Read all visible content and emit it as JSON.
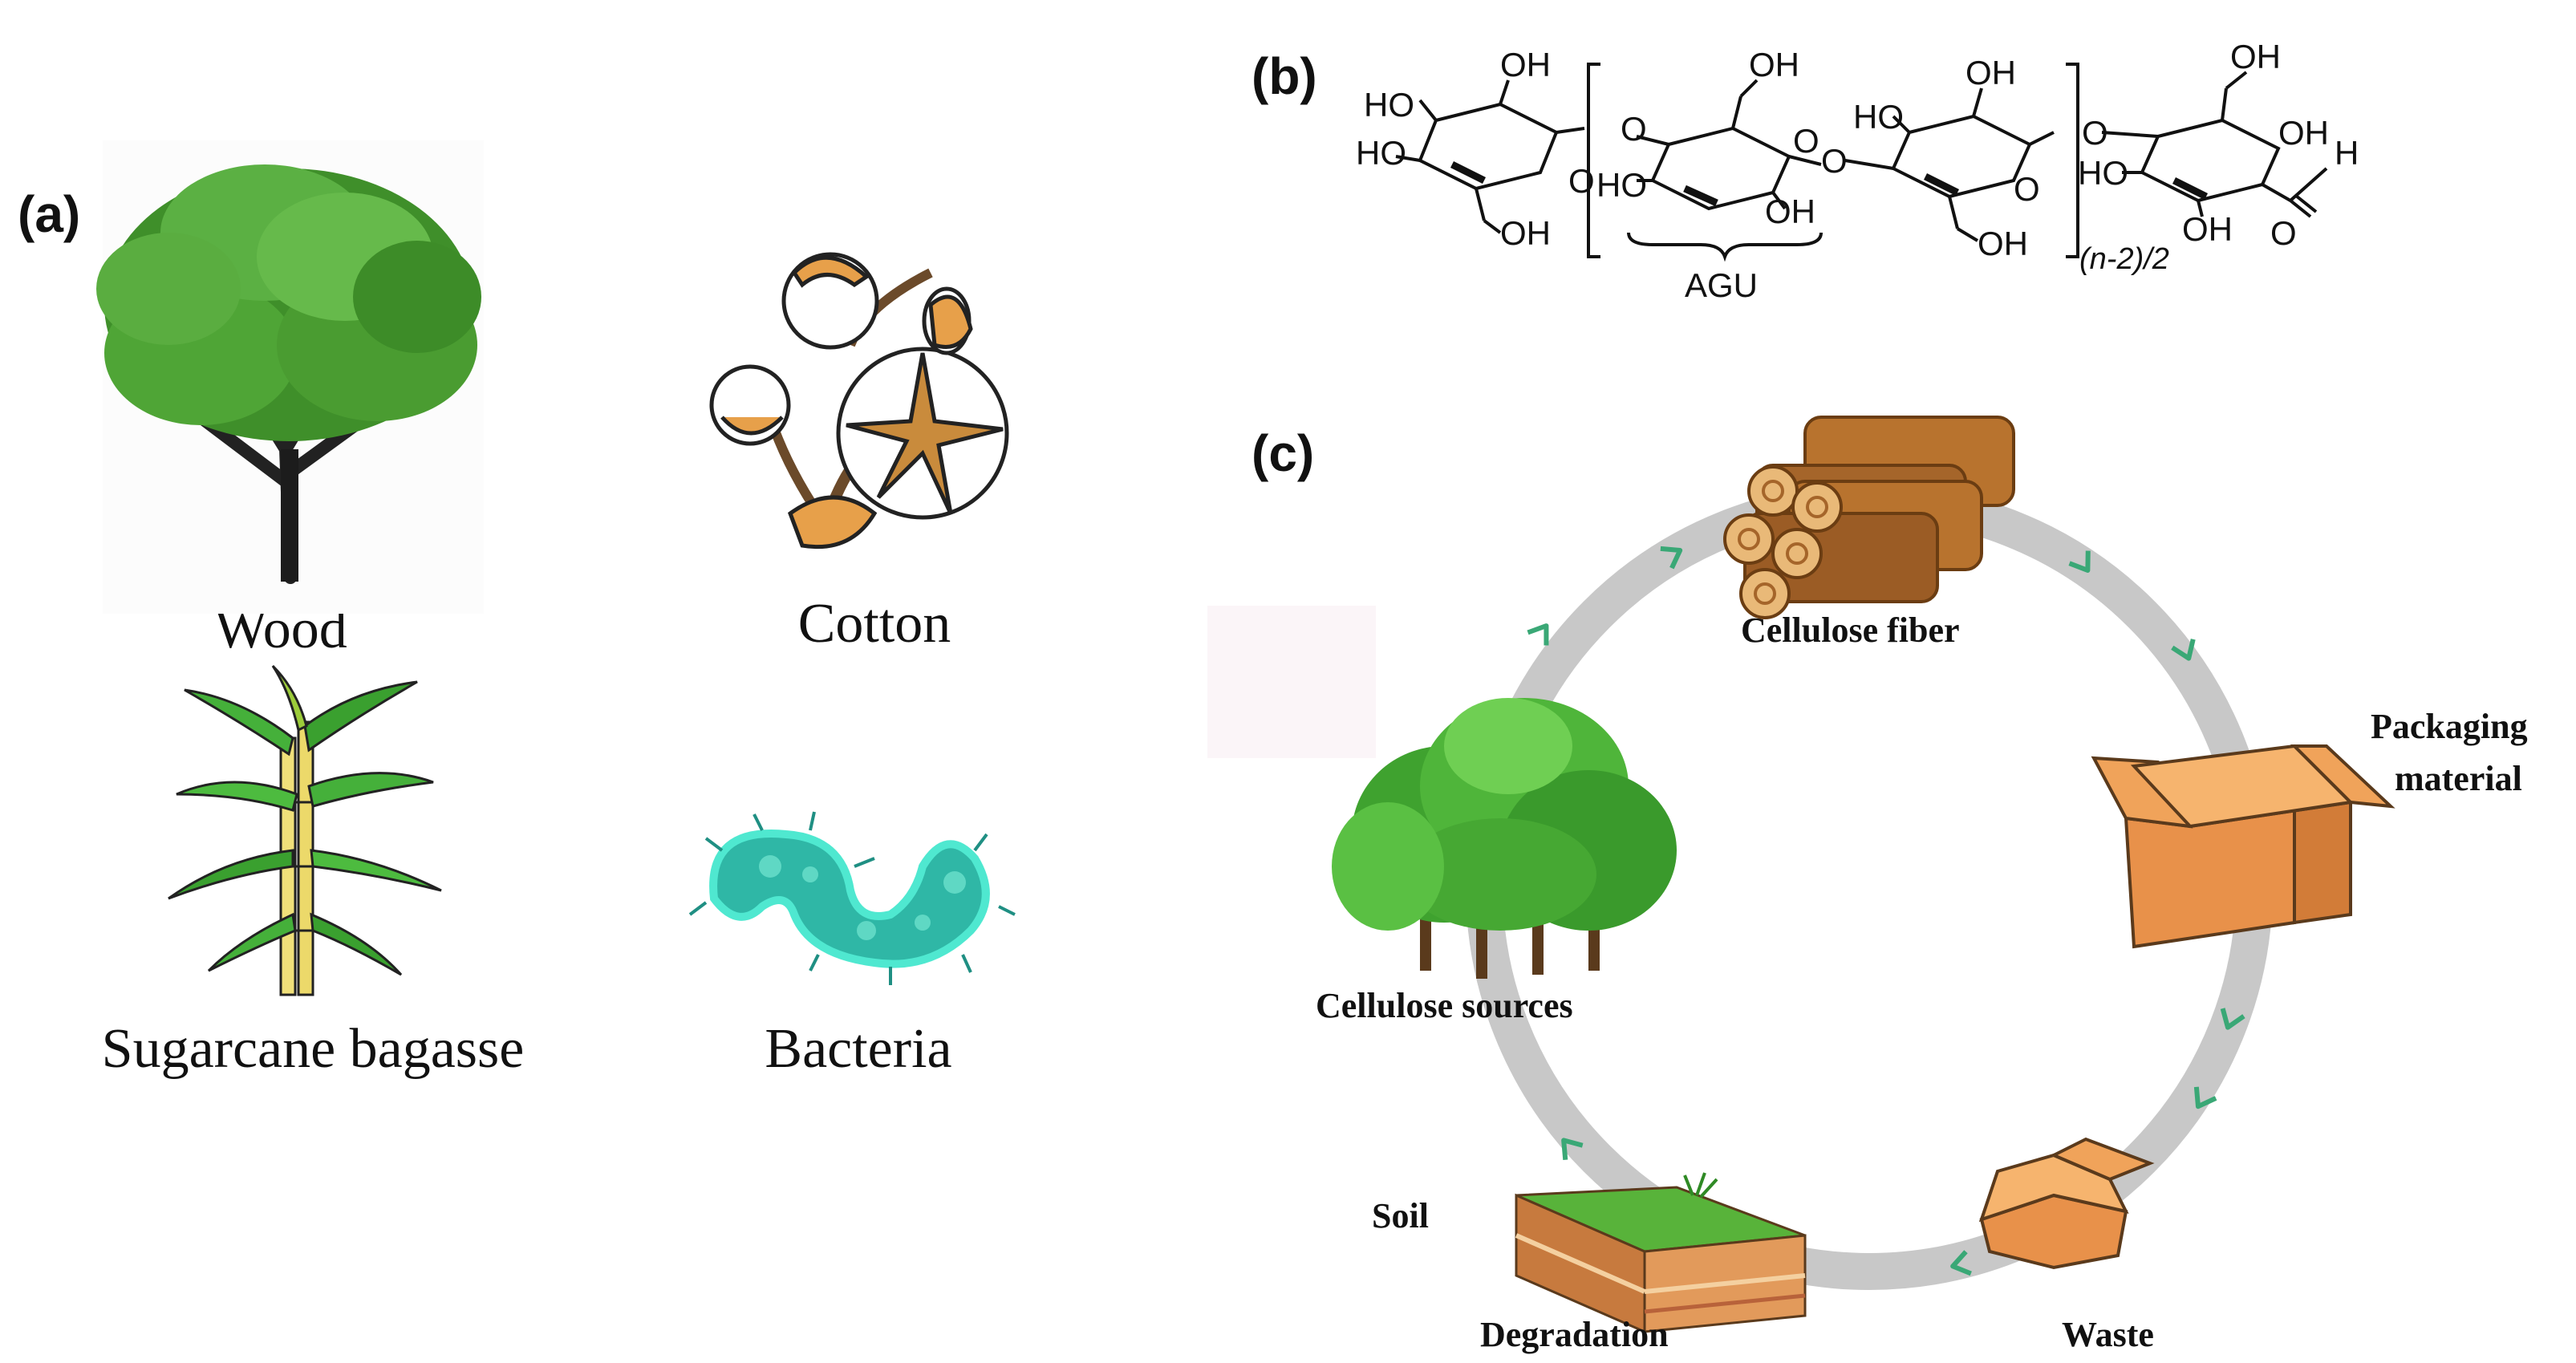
{
  "panels": {
    "a": {
      "label": "(a)",
      "sources": [
        {
          "name": "Wood"
        },
        {
          "name": "Cotton"
        },
        {
          "name": "Sugarcane  bagasse"
        },
        {
          "name": "Bacteria"
        }
      ]
    },
    "b": {
      "label": "(b)",
      "structure": {
        "groups": [
          "HO",
          "OH",
          "O",
          "H"
        ],
        "repeat_unit_label": "AGU",
        "subscript": "(n-2)/2"
      }
    },
    "c": {
      "label": "(c)",
      "stages": [
        "Cellulose fiber",
        "Packaging",
        "material",
        "Waste",
        "Degradation",
        "Soil",
        "Cellulose sources"
      ]
    }
  },
  "colors": {
    "cycle_ring": "#c8c8c8",
    "chevron": "#3aa876",
    "wood": "#b8732e",
    "box": "#f0a35a",
    "leaf": "#3fa22f",
    "bacteria": "#2fb7a6"
  }
}
